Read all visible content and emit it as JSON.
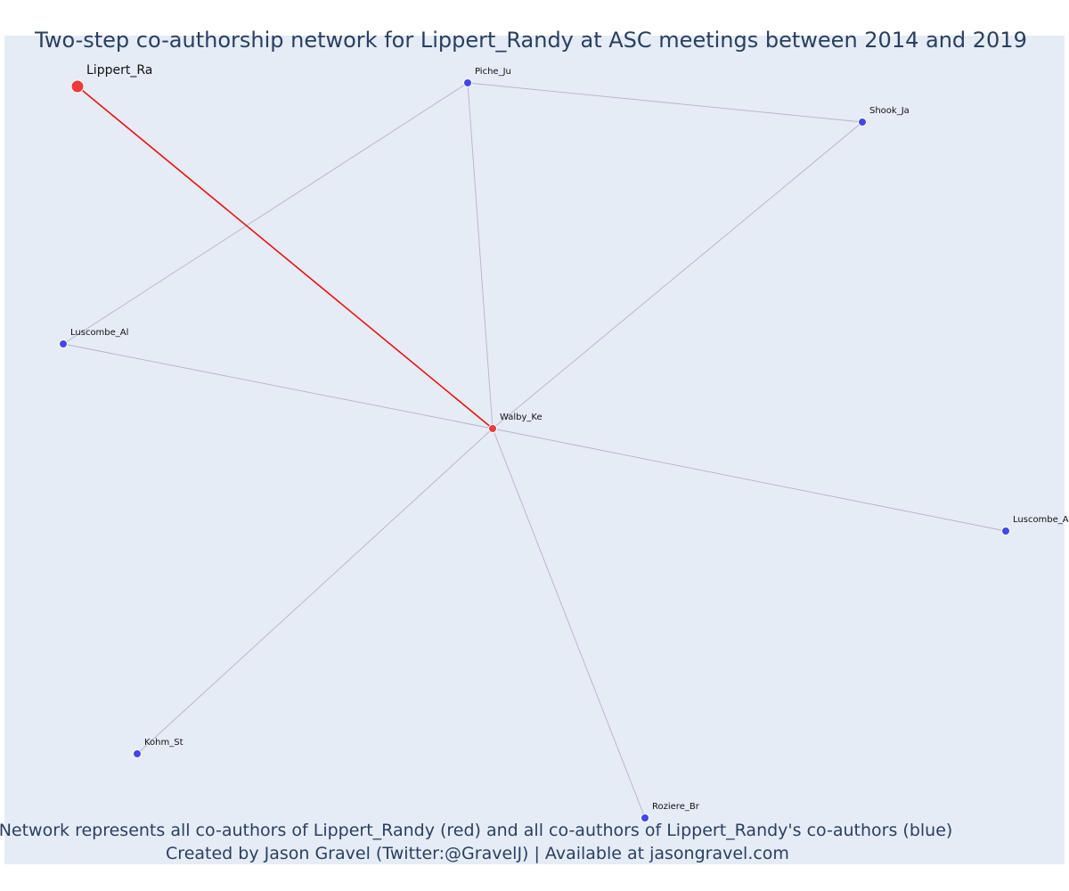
{
  "title": "Two-step co-authorship network for Lippert_Randy at ASC meetings between 2014 and 2019",
  "caption": {
    "line1": "Network represents all co-authors of Lippert_Randy (red) and all co-authors of Lippert_Randy's co-authors (blue)",
    "line2": "Created by Jason Gravel (Twitter:@GravelJ) | Available at jasongravel.com"
  },
  "colors": {
    "plot_background": "#e5ecf6",
    "focus_node": "#ee3b3b",
    "coauthor_node": "#4545ee",
    "focus_edge": "#ee1111",
    "other_edge": "#b4b4c4",
    "text": "#2a3f5f"
  },
  "nodes": [
    {
      "id": "Lippert_Ra",
      "label": "Lippert_Ra",
      "role": "focus"
    },
    {
      "id": "Walby_Ke",
      "label": "Walby_Ke",
      "role": "coauthor"
    },
    {
      "id": "Piche_Ju",
      "label": "Piche_Ju",
      "role": "second-step"
    },
    {
      "id": "Shook_Ja",
      "label": "Shook_Ja",
      "role": "second-step"
    },
    {
      "id": "Luscombe_Al",
      "label": "Luscombe_Al",
      "role": "second-step"
    },
    {
      "id": "Luscombe_A",
      "label": "Luscombe_A",
      "role": "second-step"
    },
    {
      "id": "Kohm_St",
      "label": "Kohm_St",
      "role": "second-step"
    },
    {
      "id": "Roziere_Br",
      "label": "Roziere_Br",
      "role": "second-step"
    }
  ],
  "edges": [
    {
      "source": "Lippert_Ra",
      "target": "Walby_Ke",
      "type": "focus"
    },
    {
      "source": "Piche_Ju",
      "target": "Shook_Ja",
      "type": "other"
    },
    {
      "source": "Piche_Ju",
      "target": "Luscombe_Al",
      "type": "other"
    },
    {
      "source": "Piche_Ju",
      "target": "Walby_Ke",
      "type": "other"
    },
    {
      "source": "Shook_Ja",
      "target": "Walby_Ke",
      "type": "other"
    },
    {
      "source": "Luscombe_Al",
      "target": "Walby_Ke",
      "type": "other"
    },
    {
      "source": "Walby_Ke",
      "target": "Luscombe_A",
      "type": "other"
    },
    {
      "source": "Walby_Ke",
      "target": "Kohm_St",
      "type": "other"
    },
    {
      "source": "Walby_Ke",
      "target": "Roziere_Br",
      "type": "other"
    }
  ]
}
